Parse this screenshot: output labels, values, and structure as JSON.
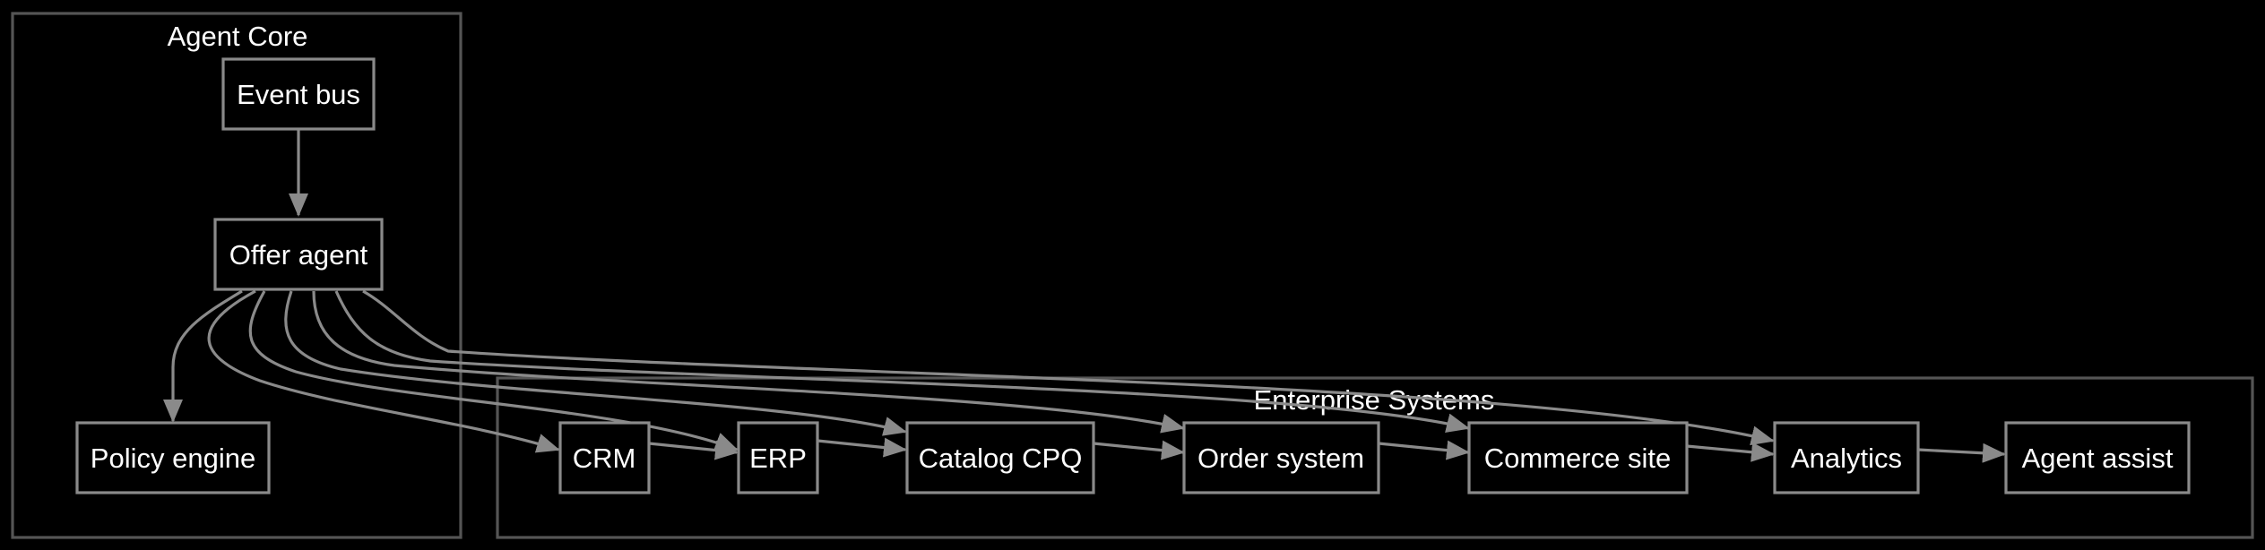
{
  "diagram": {
    "groups": {
      "agent_core": {
        "label": "Agent Core"
      },
      "enterprise": {
        "label": "Enterprise Systems"
      }
    },
    "nodes": {
      "event_bus": "Event bus",
      "offer_agent": "Offer agent",
      "policy_engine": "Policy engine",
      "crm": "CRM",
      "erp": "ERP",
      "catalog_cpq": "Catalog CPQ",
      "order_system": "Order system",
      "commerce_site": "Commerce site",
      "analytics": "Analytics",
      "agent_assist": "Agent assist"
    },
    "edges": [
      {
        "from": "Event bus",
        "to": "Offer agent"
      },
      {
        "from": "Offer agent",
        "to": "Policy engine"
      },
      {
        "from": "Offer agent",
        "to": "CRM"
      },
      {
        "from": "Offer agent",
        "to": "ERP"
      },
      {
        "from": "Offer agent",
        "to": "Catalog CPQ"
      },
      {
        "from": "Offer agent",
        "to": "Order system"
      },
      {
        "from": "Offer agent",
        "to": "Commerce site"
      },
      {
        "from": "Offer agent",
        "to": "Analytics"
      },
      {
        "from": "CRM",
        "to": "ERP"
      },
      {
        "from": "ERP",
        "to": "Catalog CPQ"
      },
      {
        "from": "Catalog CPQ",
        "to": "Order system"
      },
      {
        "from": "Order system",
        "to": "Commerce site"
      },
      {
        "from": "Commerce site",
        "to": "Analytics"
      },
      {
        "from": "Analytics",
        "to": "Agent assist"
      }
    ]
  },
  "colors": {
    "background": "#000000",
    "node_stroke": "#8a8a8a",
    "group_stroke": "#555555",
    "text": "#ffffff"
  }
}
